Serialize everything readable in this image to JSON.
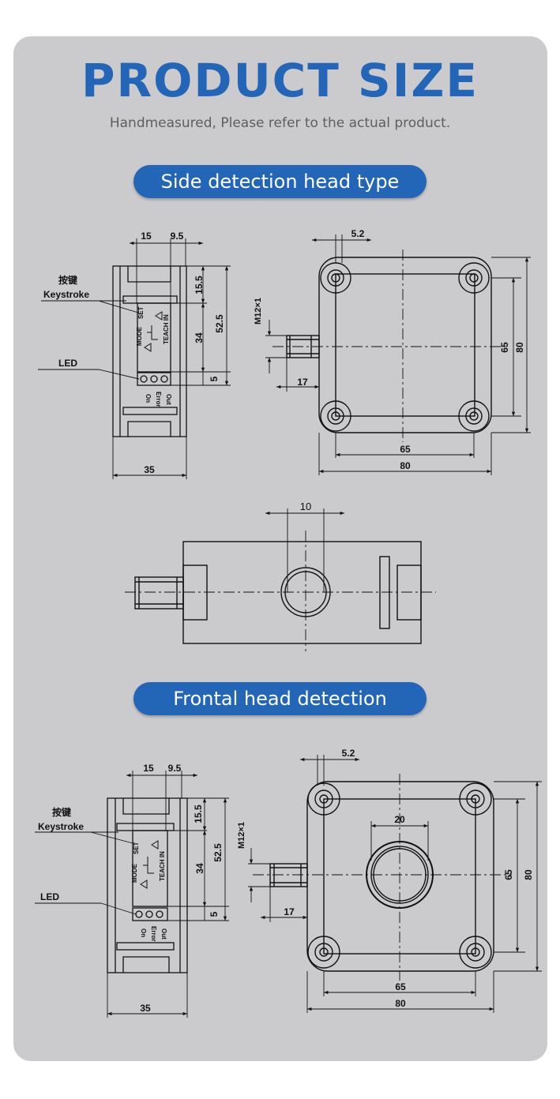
{
  "header": {
    "title": "PRODUCT SIZE",
    "subtitle": "Handmeasured, Please refer to the actual product."
  },
  "sections": [
    {
      "title": "Side detection head type",
      "labels": {
        "keystroke_cn": "按键",
        "keystroke_en": "Keystroke",
        "led": "LED",
        "mode": "MODE",
        "set": "SET",
        "teach_in": "TEACH IN",
        "on": "On",
        "error": "Error",
        "out": "Out",
        "thread": "M12×1"
      },
      "dims": {
        "d15": "15",
        "d9_5": "9.5",
        "d15_5": "15.5",
        "d52_5": "52.5",
        "d34": "34",
        "d5": "5",
        "d35": "35",
        "d5_2": "5.2",
        "d65_v": "65",
        "d80_v": "80",
        "d17": "17",
        "d65_h": "65",
        "d80_h": "80",
        "d10": "10"
      }
    },
    {
      "title": "Frontal head detection",
      "labels": {
        "keystroke_cn": "按键",
        "keystroke_en": "Keystroke",
        "led": "LED",
        "mode": "MODE",
        "set": "SET",
        "teach_in": "TEACH IN",
        "on": "On",
        "error": "Error",
        "out": "Out",
        "thread": "M12×1"
      },
      "dims": {
        "d15": "15",
        "d9_5": "9.5",
        "d15_5": "15.5",
        "d52_5": "52.5",
        "d34": "34",
        "d5": "5",
        "d35": "35",
        "d5_2": "5.2",
        "d20": "20",
        "d65_v": "65",
        "d80_v": "80",
        "d17": "17",
        "d65_h": "65",
        "d80_h": "80"
      }
    }
  ],
  "colors": {
    "accent": "#2366b8",
    "card_bg": "#cbcbcd",
    "line": "#111111"
  }
}
